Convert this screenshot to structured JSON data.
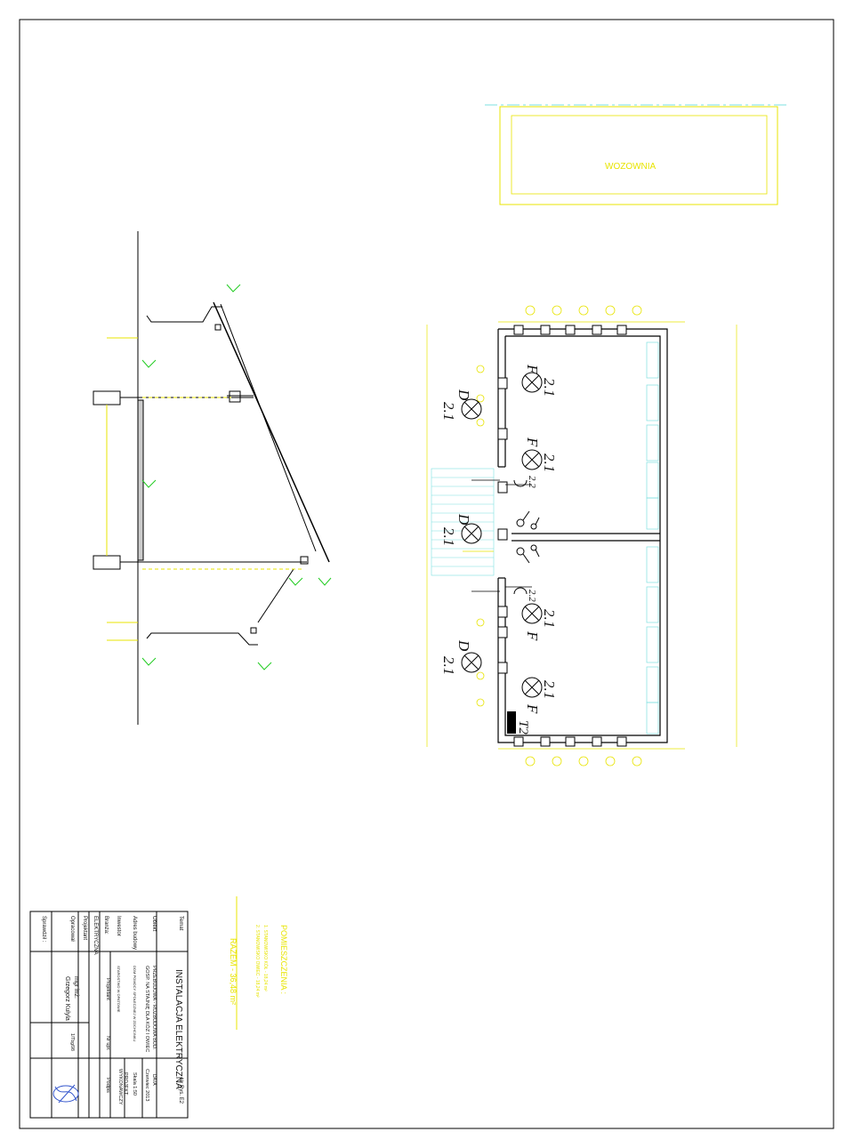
{
  "drawing": {
    "room_label": "WOZOWNIA",
    "light_labels": [
      "F",
      "D",
      "2.1",
      "2.2"
    ],
    "switchboard_label": "T2"
  },
  "legend": {
    "title": "POMIESZCZENIA :",
    "line1": "1. STANOWISKO KÓŁ - 18,24 m²",
    "line2": "2. STANOWISKO OWIEC - 18,24 m²",
    "total": "RAZEM - 36,48 m²"
  },
  "title_block": {
    "temat_label": "Temat",
    "temat_value": "INSTALACJA ELEKTRYCZNA",
    "nr_rys": "Nr Rys. E2",
    "obiekt_label": "Obiekt",
    "obiekt_value_1": "PRZEBUDOWA - ROZBUDOWA BUD.",
    "obiekt_value_2": "GOSP. NA STAJNIĘ DLA KÓZ I OWIEC",
    "data_label": "DATA",
    "data_value": "Czerwiec 2013",
    "adres_label": "Adres budowy",
    "adres_value": "DOM POMOCY SPOŁECZNEJ W ZOCHCINKU",
    "skala": "Skala 1:50",
    "inwestor_label": "Inwestor",
    "inwestor_value": "STAROSTWO W OPATOWIE",
    "projekt_label": "PROJEKT",
    "projekt_value": "WYKONAWCZY",
    "branza_label": "Branża:",
    "branza_value": "ELEKTRYCZNA",
    "projektant_col": "Projektant",
    "nr_upr_col": "Nr upr.",
    "podpis_col": "Podpis",
    "projektant_label": "Projektant",
    "opracowal_label": "Opracował",
    "opracowal_value_1": "mgr inż.",
    "opracowal_value_2": "Grzegorz Kulyla",
    "nr_upr_value": "1/Tbg/98",
    "sprawdzil_label": "Sprawdził :"
  }
}
